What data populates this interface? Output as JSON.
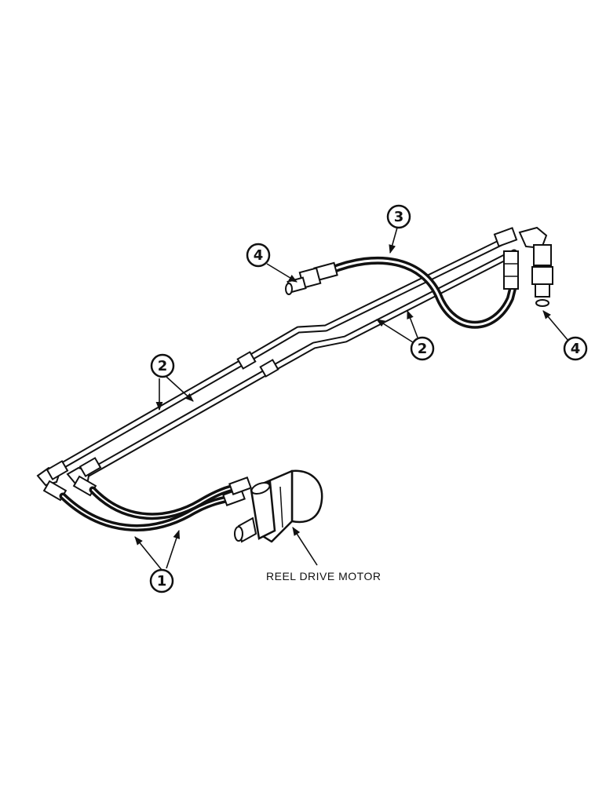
{
  "callouts": {
    "c1": "1",
    "c2a": "2",
    "c2b": "2",
    "c3": "3",
    "c4a": "4",
    "c4b": "4"
  },
  "labels": {
    "reel_drive_motor": "REEL DRIVE MOTOR"
  },
  "colors": {
    "ink": "#111111",
    "tube_fill": "#ffffff"
  }
}
